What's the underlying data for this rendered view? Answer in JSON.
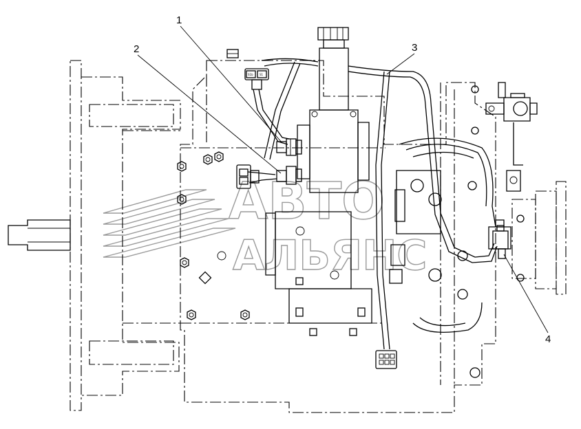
{
  "callouts": [
    "1",
    "2",
    "3",
    "4"
  ],
  "watermark": {
    "line1": "АВТО",
    "line2": "АЛЬЯНС"
  },
  "connector_labels": {
    "plug_left": "S1b",
    "plug_right": "S1"
  },
  "colors": {
    "line": "#000000",
    "background": "#ffffff",
    "watermark_stroke": "#9a9a9a",
    "part_fill": "#c9c9c9"
  }
}
